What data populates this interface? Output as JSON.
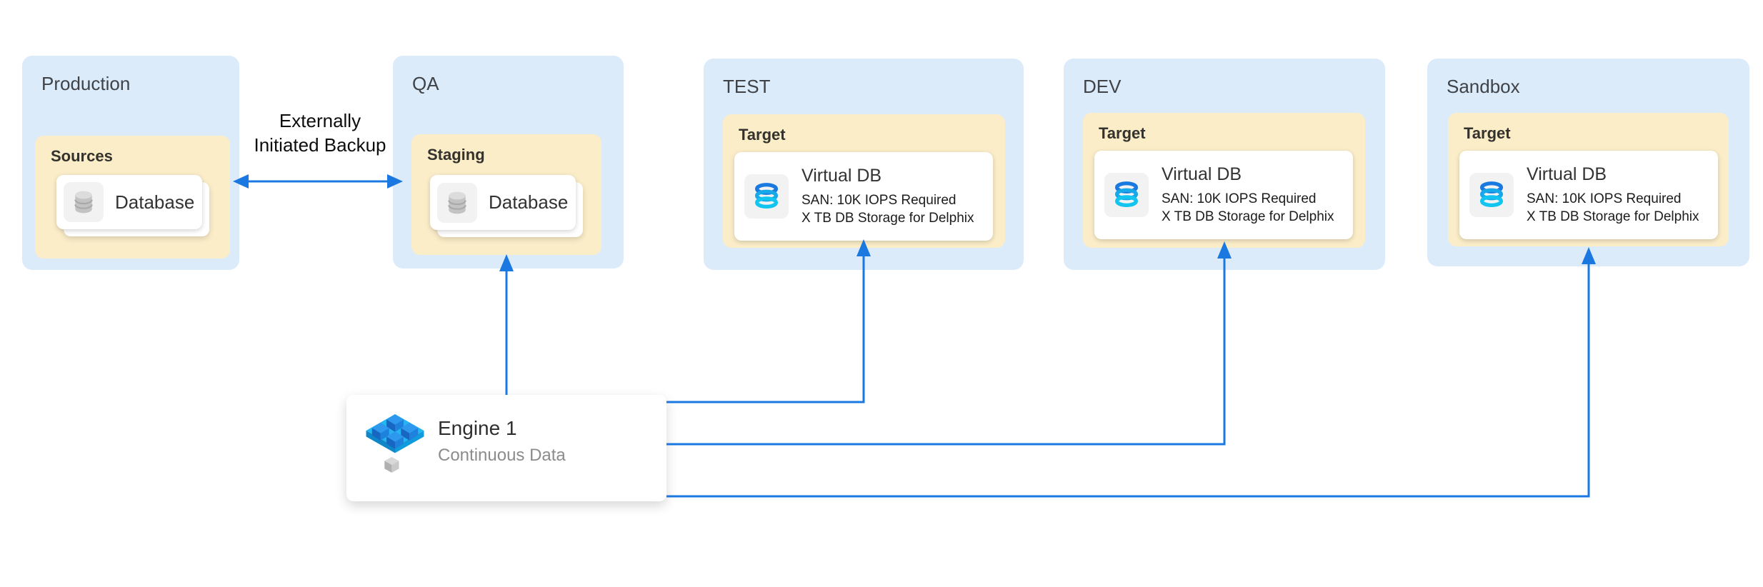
{
  "theme": {
    "arrow_color": "#1b78e0",
    "env_box_color": "#dcebfa",
    "group_box_color": "#fbedc8",
    "card_color": "#ffffff",
    "icon_tile_color": "#f2f2f3",
    "subtitle_color": "#8c8c8c",
    "database_icon_gray": "#c3c3c3",
    "virtual_db_icon_blue": "#1a79e0",
    "virtual_db_icon_cyan": "#12c4f0",
    "engine_icon_platform": "#25b4f2",
    "engine_icon_cube": "#2e97ee"
  },
  "connections": {
    "backup_label": "Externally Initiated Backup"
  },
  "environments": [
    {
      "label": "Production",
      "group": "Sources",
      "card": {
        "title": "Database",
        "icon": "database-gray"
      }
    },
    {
      "label": "QA",
      "group": "Staging",
      "card": {
        "title": "Database",
        "icon": "database-gray"
      }
    },
    {
      "label": "TEST",
      "group": "Target",
      "card": {
        "title": "Virtual DB",
        "line1": "SAN: 10K IOPS Required",
        "line2": "X TB DB Storage for Delphix",
        "icon": "virtual-db"
      }
    },
    {
      "label": "DEV",
      "group": "Target",
      "card": {
        "title": "Virtual DB",
        "line1": "SAN: 10K IOPS Required",
        "line2": "X TB DB Storage for Delphix",
        "icon": "virtual-db"
      }
    },
    {
      "label": "Sandbox",
      "group": "Target",
      "card": {
        "title": "Virtual DB",
        "line1": "SAN: 10K IOPS Required",
        "line2": "X TB DB Storage for Delphix",
        "icon": "virtual-db"
      }
    }
  ],
  "engine": {
    "title": "Engine 1",
    "subtitle": "Continuous Data",
    "icon": "delphix-engine"
  }
}
